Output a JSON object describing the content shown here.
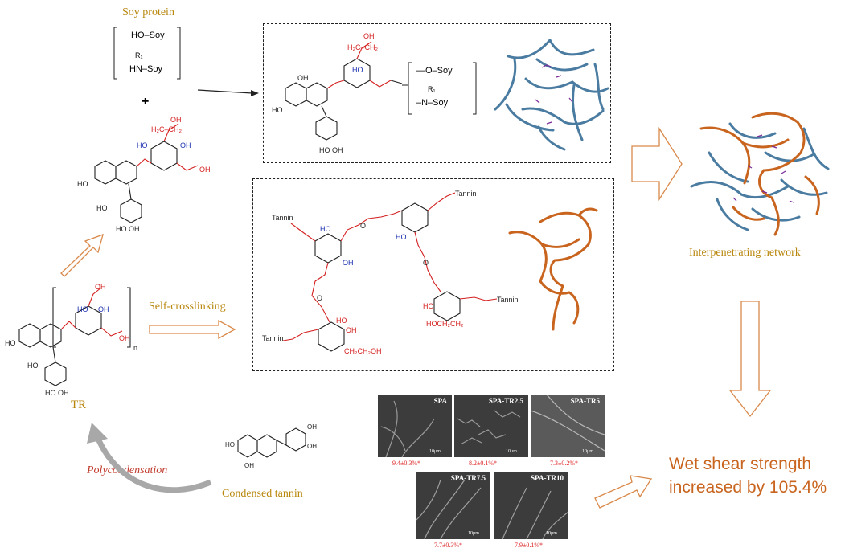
{
  "labels": {
    "soy_protein": "Soy protein",
    "self_crosslinking": "Self-crosslinking",
    "interpenetrating": "Interpenetrating  network",
    "tr": "TR",
    "polycondensation": "Polycondensation",
    "condensed_tannin": "Condensed tannin",
    "wet_shear_line1": "Wet shear strength",
    "wet_shear_line2": "increased by 105.4%"
  },
  "soy_bracket": {
    "line1": "HO–Soy",
    "r1": "R₁",
    "line2": "HN–Soy"
  },
  "plus": "+",
  "product_bracket": {
    "line1": "—O–Soy",
    "r1": "R₁",
    "line2": "–N–Soy"
  },
  "tannin_label": "Tannin",
  "sem_panels": [
    {
      "label": "SPA",
      "value": "9.4±0.3%*",
      "scale": "10μm"
    },
    {
      "label": "SPA-TR2.5",
      "value": "8.2±0.1%*",
      "scale": "10μm"
    },
    {
      "label": "SPA-TR5",
      "value": "7.3±0.2%*",
      "scale": "10μm"
    },
    {
      "label": "SPA-TR7.5",
      "value": "7.7±0.3%*",
      "scale": "10μm"
    },
    {
      "label": "SPA-TR10",
      "value": "7.9±0.1%*",
      "scale": "10μm"
    }
  ],
  "colors": {
    "gold_text": "#b8860b",
    "orange_accent": "#c8641e",
    "network_blue": "#4a7ba0",
    "network_orange": "#c8641e",
    "red_chem": "#d42020",
    "blue_chem": "#1a2fb0",
    "crosslink_purple": "#7a2a9a"
  }
}
